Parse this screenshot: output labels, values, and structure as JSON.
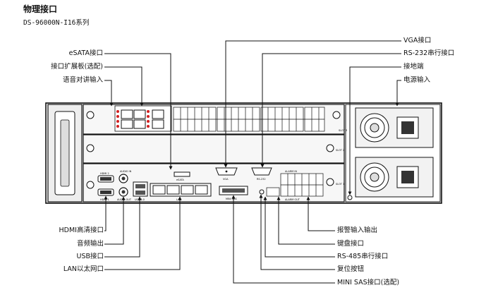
{
  "header": {
    "title": "物理接口",
    "subtitle": "DS-96000N-I16系列"
  },
  "labels": {
    "esata": "eSATA接口",
    "expansion": "接口扩展板(选配)",
    "audio_talk": "语音对讲输入",
    "vga": "VGA接口",
    "rs232": "RS-232串行接口",
    "ground": "接地端",
    "power": "电源输入",
    "hdmi": "HDMI高清接口",
    "audio_out": "音频输出",
    "usb": "USB接口",
    "lan": "LAN以太网口",
    "alarm_io": "报警输入输出",
    "keyboard": "键盘接口",
    "rs485": "RS-485串行接口",
    "reset": "复位按钮",
    "minisas": "MINI SAS接口(选配)"
  },
  "panel_text": {
    "slot3": "SLOT 3",
    "slot2": "SLOT 2",
    "slot1": "SLOT 1",
    "hdmi1": "HDMI 1",
    "hdmi2": "HDMI 2",
    "audio_in": "AUDIO IN",
    "audio_out": "AUDIO OUT",
    "usb": "USB 3.0",
    "lan": "LAN",
    "vga": "VGA",
    "rs232": "RS-232",
    "esata": "eSATA",
    "minisas": "MINI SAS",
    "alarm_in": "ALARM IN",
    "alarm_out": "ALARM OUT"
  },
  "colors": {
    "accent_red": "#d21f1f",
    "line": "#111111",
    "panel_fill": "#f4f4f4"
  }
}
